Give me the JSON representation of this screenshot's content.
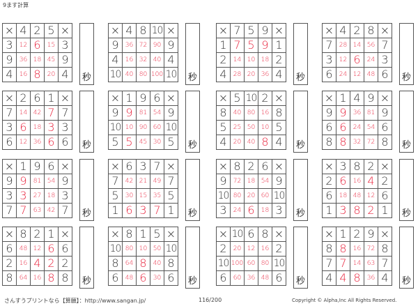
{
  "title": "9ます計算",
  "seconds_label": "秒",
  "times_symbol": "×",
  "grids": [
    {
      "cols": [
        4,
        2,
        5
      ],
      "rows": [
        3,
        9,
        4
      ],
      "products": [
        [
          12,
          6,
          15
        ],
        [
          36,
          18,
          45
        ],
        [
          16,
          8,
          20
        ]
      ]
    },
    {
      "cols": [
        4,
        8,
        10
      ],
      "rows": [
        9,
        4,
        10
      ],
      "products": [
        [
          36,
          72,
          90
        ],
        [
          16,
          32,
          40
        ],
        [
          40,
          80,
          100
        ]
      ]
    },
    {
      "cols": [
        7,
        5,
        9
      ],
      "rows": [
        1,
        2,
        4
      ],
      "products": [
        [
          7,
          5,
          9
        ],
        [
          14,
          10,
          18
        ],
        [
          28,
          20,
          36
        ]
      ]
    },
    {
      "cols": [
        4,
        2,
        8
      ],
      "rows": [
        7,
        3,
        6
      ],
      "products": [
        [
          28,
          14,
          56
        ],
        [
          12,
          6,
          24
        ],
        [
          24,
          12,
          48
        ]
      ]
    },
    {
      "cols": [
        2,
        6,
        1
      ],
      "rows": [
        7,
        3,
        6
      ],
      "products": [
        [
          14,
          42,
          7
        ],
        [
          6,
          18,
          3
        ],
        [
          12,
          36,
          6
        ]
      ]
    },
    {
      "cols": [
        1,
        9,
        6
      ],
      "rows": [
        9,
        10,
        5
      ],
      "products": [
        [
          9,
          81,
          54
        ],
        [
          10,
          90,
          60
        ],
        [
          5,
          45,
          30
        ]
      ]
    },
    {
      "cols": [
        5,
        10,
        2
      ],
      "rows": [
        8,
        5,
        4
      ],
      "products": [
        [
          40,
          80,
          16
        ],
        [
          25,
          50,
          10
        ],
        [
          20,
          40,
          8
        ]
      ]
    },
    {
      "cols": [
        1,
        4,
        9
      ],
      "rows": [
        9,
        6,
        8
      ],
      "products": [
        [
          9,
          36,
          81
        ],
        [
          6,
          24,
          54
        ],
        [
          8,
          32,
          72
        ]
      ]
    },
    {
      "cols": [
        1,
        9,
        6
      ],
      "rows": [
        9,
        3,
        7
      ],
      "products": [
        [
          9,
          81,
          54
        ],
        [
          3,
          27,
          18
        ],
        [
          7,
          63,
          42
        ]
      ]
    },
    {
      "cols": [
        6,
        3,
        7
      ],
      "rows": [
        7,
        5,
        1
      ],
      "products": [
        [
          42,
          21,
          49
        ],
        [
          30,
          15,
          35
        ],
        [
          6,
          3,
          7
        ]
      ]
    },
    {
      "cols": [
        8,
        2,
        6
      ],
      "rows": [
        9,
        10,
        3
      ],
      "products": [
        [
          72,
          18,
          54
        ],
        [
          80,
          20,
          60
        ],
        [
          24,
          6,
          18
        ]
      ]
    },
    {
      "cols": [
        3,
        8,
        2
      ],
      "rows": [
        2,
        6,
        1
      ],
      "products": [
        [
          6,
          16,
          4
        ],
        [
          18,
          48,
          12
        ],
        [
          3,
          8,
          2
        ]
      ]
    },
    {
      "cols": [
        8,
        2,
        1
      ],
      "rows": [
        6,
        2,
        8
      ],
      "products": [
        [
          48,
          12,
          6
        ],
        [
          16,
          4,
          2
        ],
        [
          64,
          16,
          8
        ]
      ]
    },
    {
      "cols": [
        8,
        1,
        5
      ],
      "rows": [
        10,
        8,
        6
      ],
      "products": [
        [
          80,
          10,
          50
        ],
        [
          64,
          8,
          40
        ],
        [
          48,
          6,
          30
        ]
      ]
    },
    {
      "cols": [
        10,
        6,
        8
      ],
      "rows": [
        2,
        10,
        6
      ],
      "products": [
        [
          20,
          12,
          16
        ],
        [
          100,
          60,
          80
        ],
        [
          60,
          36,
          48
        ]
      ]
    },
    {
      "cols": [
        1,
        2,
        9
      ],
      "rows": [
        8,
        7,
        4
      ],
      "products": [
        [
          8,
          16,
          72
        ],
        [
          7,
          14,
          63
        ],
        [
          4,
          8,
          36
        ]
      ]
    }
  ],
  "footer": {
    "site": "さんすうプリントなら【算願】：http://www.sangan.jp/",
    "page": "116/200",
    "copyright": "Copyright © Alpha,Inc All Rights Reserved."
  },
  "colors": {
    "answer": "#e8203a",
    "line": "#555555"
  }
}
